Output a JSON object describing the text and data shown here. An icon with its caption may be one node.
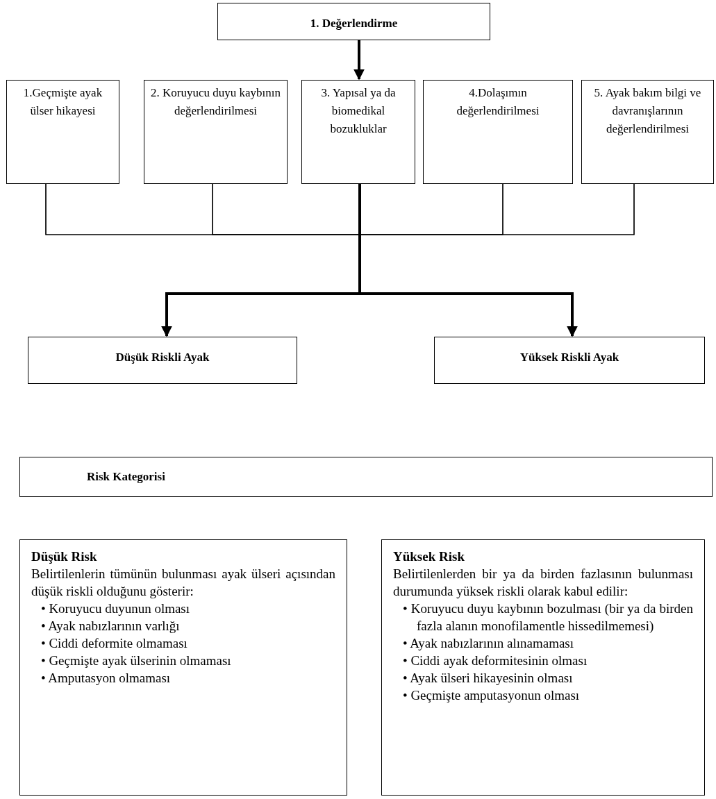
{
  "diagram": {
    "nodes": [
      {
        "text": [
          "1. Değerlendirme"
        ]
      },
      {
        "text": [
          "1.Geçmişte ayak ülser hikayesi"
        ]
      },
      {
        "text": [
          "2. Koruyucu duyu kaybının değerlendirilmesi"
        ]
      },
      {
        "text": [
          "3. Yapısal ya da biomedikal bozukluklar"
        ]
      },
      {
        "text": [
          "4.Dolaşımın değerlendirilmesi"
        ]
      },
      {
        "text": [
          "5. Ayak bakım bilgi ve davranışlarının değerlendirilmesi"
        ]
      },
      {
        "text": [
          "Düşük Riskli Ayak"
        ]
      },
      {
        "text": [
          "Yüksek Riskli Ayak"
        ]
      },
      {
        "text": [
          "Risk Kategorisi"
        ]
      },
      {
        "text": [
          "Düşük Risk",
          "Belirtilenlerin tümünün bulunması ayak ülseri açısından düşük riskli olduğunu gösterir:",
          "• Koruyucu duyunun olması",
          "• Ayak nabızlarının varlığı",
          "• Ciddi deformite olmaması",
          "• Geçmişte ayak ülserinin olmaması",
          "• Amputasyon olmaması"
        ]
      },
      {
        "text": [
          "Yüksek Risk",
          "Belirtilenlerden bir ya da birden fazlasının bulunması durumunda yüksek riskli olarak kabul edilir:",
          "• Koruyucu duyu kaybının bozulması (bir ya da birden fazla alanın monofilamentle hissedilmemesi)",
          "• Ayak nabızlarının alınamaması",
          "• Ciddi ayak deformitesinin olması",
          "• Ayak ülseri hikayesinin olması",
          "• Geçmişte amputasyonun olması"
        ]
      }
    ],
    "edges": [
      {
        "from": 0,
        "to": 3,
        "arrow": "to",
        "style": "thick"
      },
      {
        "from": 1,
        "to": 6,
        "arrow": "to"
      },
      {
        "from": 1,
        "to": 7,
        "arrow": "to"
      },
      {
        "from": 2,
        "to": 6,
        "arrow": "to"
      },
      {
        "from": 2,
        "to": 7,
        "arrow": "to"
      },
      {
        "from": 3,
        "to": 6,
        "arrow": "to",
        "style": "thick"
      },
      {
        "from": 3,
        "to": 7,
        "arrow": "to",
        "style": "thick"
      },
      {
        "from": 4,
        "to": 6,
        "arrow": "to"
      },
      {
        "from": 4,
        "to": 7,
        "arrow": "to"
      },
      {
        "from": 5,
        "to": 6,
        "arrow": "to"
      },
      {
        "from": 5,
        "to": 7,
        "arrow": "to"
      }
    ]
  }
}
